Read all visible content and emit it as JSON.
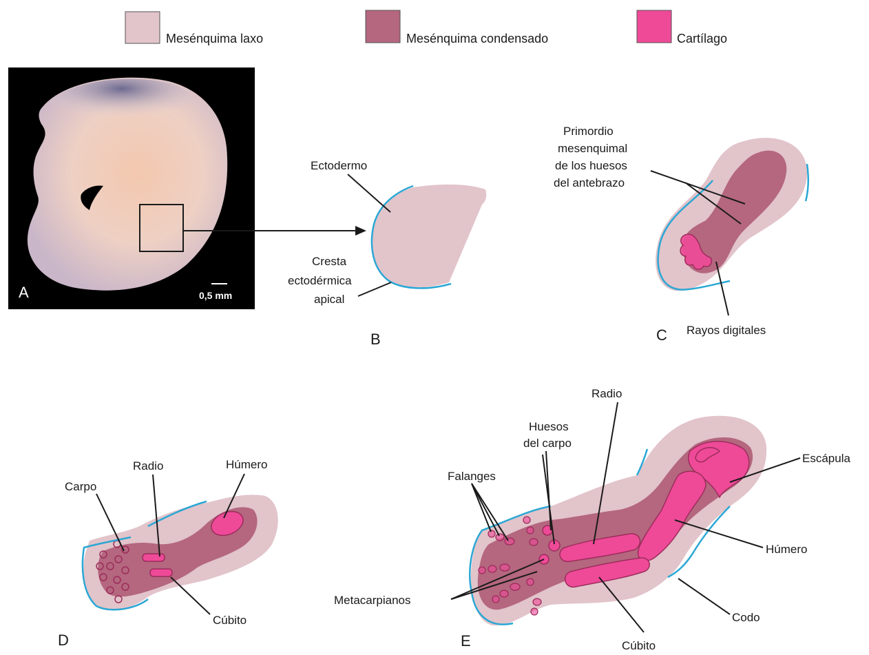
{
  "colors": {
    "mesenquima_laxo": "#e2c4cb",
    "mesenquima_condensado": "#b4677f",
    "cartilago": "#ee4a98",
    "ectodermo": "#2aa7d4",
    "photo_background": "#000000"
  },
  "legend": [
    {
      "label": "Mesénquima laxo",
      "swatch": "mesenquima_laxo"
    },
    {
      "label": "Mesénquima condensado",
      "swatch": "mesenquima_condensado"
    },
    {
      "label": "Cartílago",
      "swatch": "cartilago"
    }
  ],
  "panels": {
    "A": {
      "letter": "A",
      "scale_bar": "0,5 mm"
    },
    "B": {
      "letter": "B",
      "labels": {
        "ectodermo": "Ectodermo",
        "cresta_1": "Cresta",
        "cresta_2": "ectodérmica",
        "cresta_3": "apical"
      }
    },
    "C": {
      "letter": "C",
      "labels": {
        "primordio_1": "Primordio",
        "primordio_2": "mesenquimal",
        "primordio_3": "de los huesos",
        "primordio_4": "del antebrazo",
        "rayos": "Rayos digitales"
      }
    },
    "D": {
      "letter": "D",
      "labels": {
        "carpo": "Carpo",
        "radio": "Radio",
        "humero": "Húmero",
        "cubito": "Cúbito"
      }
    },
    "E": {
      "letter": "E",
      "labels": {
        "radio": "Radio",
        "huesos_1": "Huesos",
        "huesos_2": "del carpo",
        "falanges": "Falanges",
        "escapula": "Escápula",
        "humero": "Húmero",
        "metacarpianos": "Metacarpianos",
        "codo": "Codo",
        "cubito": "Cúbito"
      }
    }
  }
}
